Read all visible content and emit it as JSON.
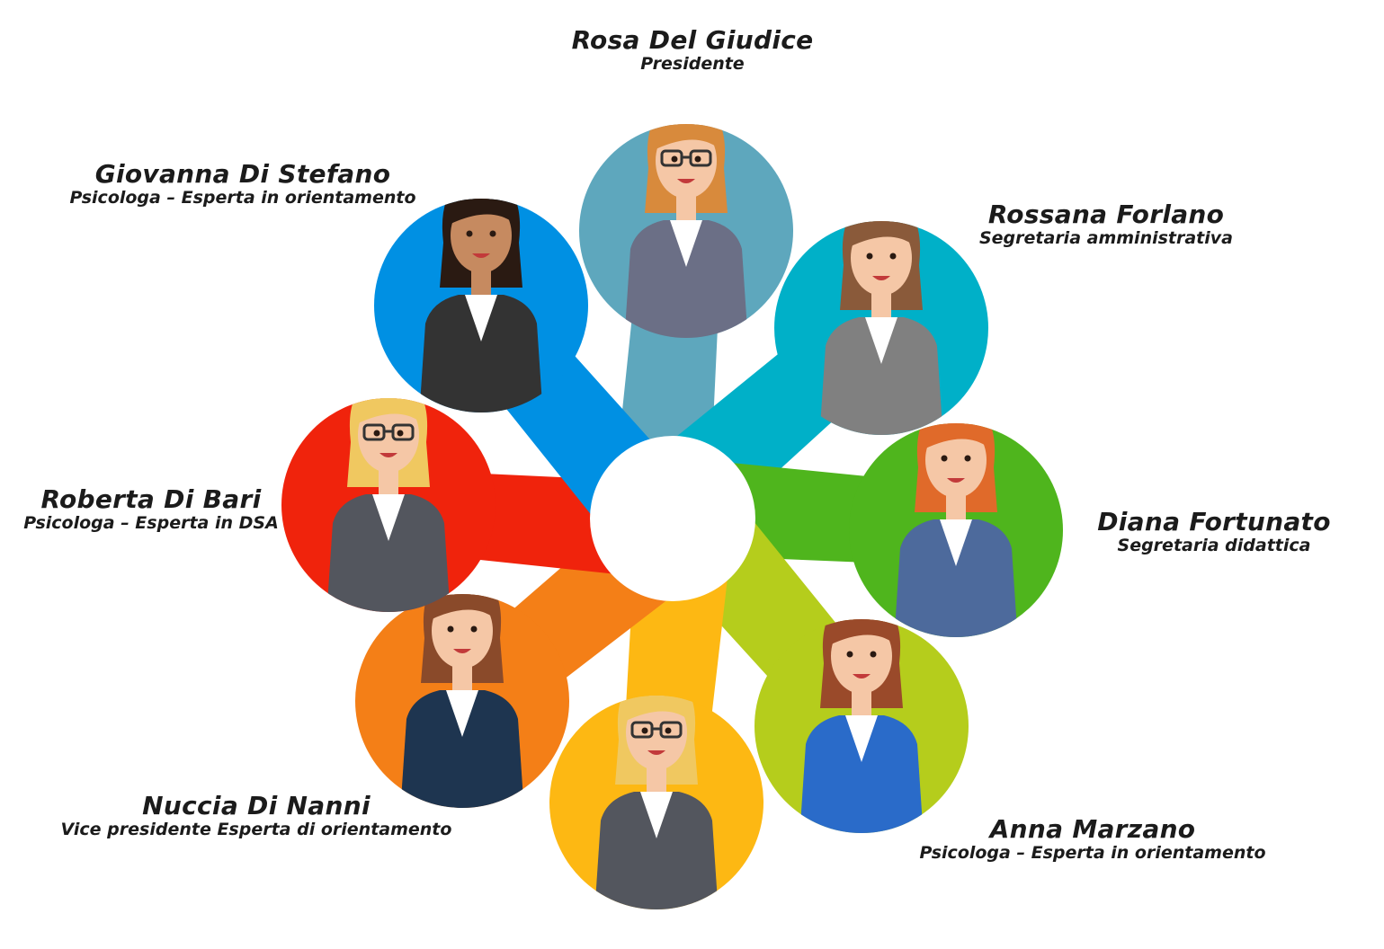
{
  "members": [
    {
      "name": "Rosa Del Giudice",
      "role": "Presidente",
      "color": "#5ea7bd",
      "hair": "#d88a3c",
      "suit": "#6b6f86",
      "skin": "#f5c7a6",
      "glasses": true
    },
    {
      "name": "Rossana Forlano",
      "role": "Segretaria amministrativa",
      "color": "#00b0c8",
      "hair": "#8a5a3a",
      "suit": "#808080",
      "skin": "#f5c7a6",
      "glasses": false
    },
    {
      "name": "Diana Fortunato",
      "role": "Segretaria didattica",
      "color": "#4fb51d",
      "hair": "#e06a2a",
      "suit": "#4d6a9c",
      "skin": "#f5c7a6",
      "glasses": false
    },
    {
      "name": "Anna Marzano",
      "role": "Psicologa – Esperta in orientamento",
      "color": "#b5cd1c",
      "hair": "#9a4a2a",
      "suit": "#2a6bc9",
      "skin": "#f5c7a6",
      "glasses": false
    },
    {
      "name": "",
      "role": "",
      "color": "#fdb813",
      "hair": "#f0c860",
      "suit": "#53565e",
      "skin": "#f5c7a6",
      "glasses": true
    },
    {
      "name": "Nuccia Di Nanni",
      "role": "Vice presidente Esperta di orientamento",
      "color": "#f47f17",
      "hair": "#8a4a2a",
      "suit": "#1e3550",
      "skin": "#f5c7a6",
      "glasses": false
    },
    {
      "name": "Roberta Di Bari",
      "role": "Psicologa – Esperta in DSA",
      "color": "#f0230c",
      "hair": "#f0c860",
      "suit": "#53565e",
      "skin": "#f5c7a6",
      "glasses": true
    },
    {
      "name": "Giovanna Di Stefano",
      "role": "Psicologa – Esperta in orientamento",
      "color": "#0090e3",
      "hair": "#2a1a12",
      "suit": "#333333",
      "skin": "#c68a60",
      "glasses": false
    }
  ]
}
